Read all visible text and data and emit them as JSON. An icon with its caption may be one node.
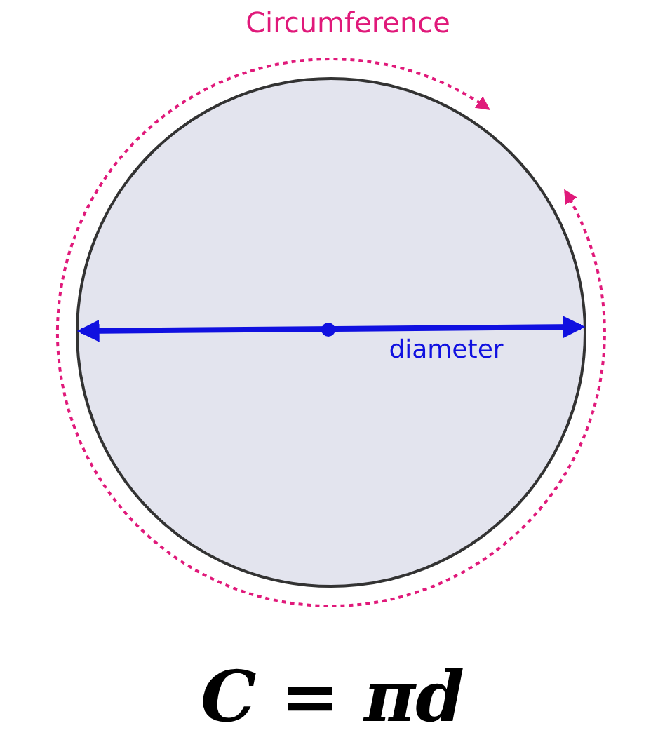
{
  "diagram": {
    "caption": "C = πd",
    "labels": [
      "Circumference",
      "diameter"
    ]
  }
}
